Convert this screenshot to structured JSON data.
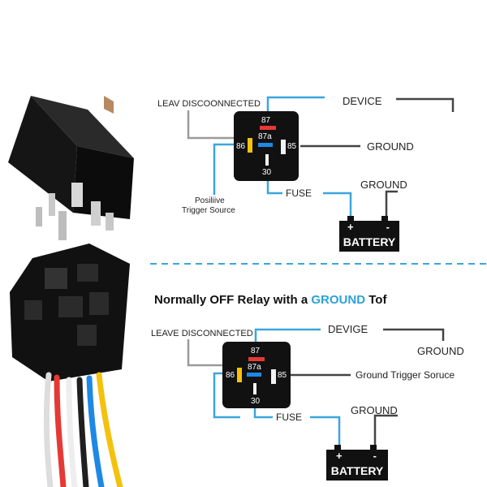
{
  "top_diagram": {
    "label_leave": "LEAV DISCOONNECTED",
    "label_device": "DEVICE",
    "label_ground_right": "GROUND",
    "label_positive": "Posiliive",
    "label_trigger": "Trigger Source",
    "label_fuse": "FUSE",
    "label_ground_battery": "GROUND",
    "battery": {
      "label": "BATTERY",
      "plus": "+",
      "minus": "-"
    },
    "pins": {
      "p87": "87",
      "p87a": "87a",
      "p86": "86",
      "p85": "85",
      "p30": "30"
    }
  },
  "heading": {
    "prefix": "Normally OFF Relay with a ",
    "highlight": "GROUND",
    "suffix": " Tof"
  },
  "bottom_diagram": {
    "label_leave": "LEAVE DISCONNECTED",
    "label_device": "DEVIGE",
    "label_ground_right": "GROUND",
    "label_trigger": "Ground Trigger Soruce",
    "label_fuse": "FUSE",
    "label_ground_battery": "GROUND",
    "battery": {
      "label": "BATTERY",
      "plus": "+",
      "minus": "-"
    },
    "pins": {
      "p87": "87",
      "p87a": "87a",
      "p86": "86",
      "p85": "85",
      "p30": "30"
    }
  },
  "colors": {
    "wire_blue": "#3aa6dc",
    "wire_dark": "#333333",
    "wire_gray": "#9a9a9a",
    "pin_red": "#e53935",
    "pin_blue": "#1e88e5",
    "pin_yellow": "#f4c20d",
    "pin_white": "#f2f2f2",
    "divider": "#3aa6dc"
  }
}
